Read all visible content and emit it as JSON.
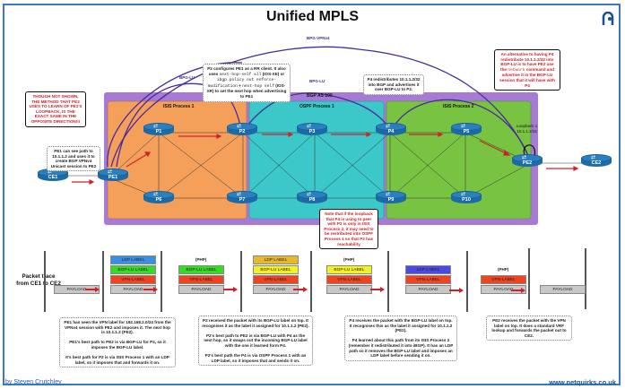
{
  "title": "Unified MPLS",
  "logo_icon": "netquirks-logo-icon",
  "sessions": {
    "vpnv4": "BPG-VPNv4",
    "lu_left": "BPG-LU",
    "lu_mid": "BPG-LU",
    "bgp_as": "BGP AS 100"
  },
  "zones": {
    "isis1": "ISIS Process 1",
    "ospf1": "OSPF Process 1",
    "isis2": "ISIS Process 2"
  },
  "routers": {
    "ce1": "CE1",
    "pe1": "PE1",
    "p1": "P1",
    "p2": "P2",
    "p3": "P3",
    "p4": "P4",
    "p5": "P5",
    "p6": "P6",
    "p7": "P7",
    "p8": "P8",
    "p9": "P9",
    "p10": "P10",
    "pe2": "PE2",
    "ce2": "CE2"
  },
  "loopback": {
    "line1": "Loopback 1",
    "line2": "10.1.1.2/32"
  },
  "notes": {
    "red_left": "THOUGH NOT SHOWN, THE METHOD THAT PE2 USES TO LEARN OF PE1'S LOOPBACK, IS THE EXACT SAME IN THE OPPOSITE DIRECTION!!!",
    "pe1_path": "PE1 can see path to 10.1.1.2 and uses it to create BGP VPNv4 Unicast session to PE2",
    "p2_rr_a": "P2 configures PE1 as a RR client. It also uses",
    "p2_rr_code1": "next-hop-self all",
    "p2_rr_b": "(IOS-XE) or",
    "p2_rr_code2": "ibgp policy out enforce-modification",
    "p2_rr_c": "+",
    "p2_rr_code3": "next-hop self",
    "p2_rr_d": "(IOS-XR) to set the next hop when advertising to PE1",
    "p4_redis": "P4 redistributes 10.1.1.2/32 into BGP and advertises it over BGP-LU to P2.",
    "red_right_a": "An alternative to having P4 redistribute 10.1.1.2/32 into BGP-LU is to have PE2 use the",
    "red_right_code": "network",
    "red_right_b": "command and advertise it in the BGP-LU session that it will have with P4",
    "red_mid": "Note that if the loopback that P4 is using to peer with P2 is only in ISIS Process 2, it may need to be restributed into OSPF Process 1 so that P2 has reachability"
  },
  "trace": {
    "title": "Packet trace from CE1 to CE2",
    "php": "(PHP)",
    "stacks": [
      {
        "labels": [
          {
            "text": "PAYLOAD",
            "color": "#c8c8c8"
          }
        ]
      },
      {
        "labels": [
          {
            "text": "LDP LABEL",
            "color": "#3c8fe0"
          },
          {
            "text": "BGP-LU LABEL",
            "color": "#33dd22"
          },
          {
            "text": "VPN-LABEL",
            "color": "#ee4422"
          },
          {
            "text": "PAYLOAD",
            "color": "#c8c8c8"
          }
        ]
      },
      {
        "labels": [
          {
            "text": "BGP-LU LABEL",
            "color": "#33dd22"
          },
          {
            "text": "VPN-LABEL",
            "color": "#ee4422"
          },
          {
            "text": "PAYLOAD",
            "color": "#c8c8c8"
          }
        ]
      },
      {
        "labels": [
          {
            "text": "LDP LABEL",
            "color": "#e6b830"
          },
          {
            "text": "BGP-LU LABEL",
            "color": "#f5f020"
          },
          {
            "text": "VPN-LABEL",
            "color": "#ee4422"
          },
          {
            "text": "PAYLOAD",
            "color": "#c8c8c8"
          }
        ]
      },
      {
        "labels": [
          {
            "text": "BGP-LU LABEL",
            "color": "#f5f020"
          },
          {
            "text": "VPN-LABEL",
            "color": "#ee4422"
          },
          {
            "text": "PAYLOAD",
            "color": "#c8c8c8"
          }
        ]
      },
      {
        "labels": [
          {
            "text": "LDP LABEL",
            "color": "#4a4ae6"
          },
          {
            "text": "VPN-LABEL",
            "color": "#ee4422"
          },
          {
            "text": "PAYLOAD",
            "color": "#c8c8c8"
          }
        ]
      },
      {
        "labels": [
          {
            "text": "VPN-LABEL",
            "color": "#ee4422"
          },
          {
            "text": "PAYLOAD",
            "color": "#c8c8c8"
          }
        ]
      },
      {
        "labels": [
          {
            "text": "PAYLOAD",
            "color": "#c8c8c8"
          }
        ]
      }
    ],
    "explanations": {
      "pe1": [
        "PE1 has seen the VPN label for 192.168.2.0/24 from the VPNv4 session with PE2 and imposes it. The next hop is 10.1.1.2 (PE2).",
        "PE1's best path to PE2 is via BGP-LU for P2, so it imposes the BGP-LU label.",
        "It's best path for P2 is via ISIS Process 1 with an LDP label, so it imposes that and forwards it on."
      ],
      "p2": [
        "P2 received the packet with its BGP-LU label on top. It recognises it as the label it assigned for 10.1.1.2 (PE2).",
        "P2's best path to PE2 is via BGP-LU with P4 as the next hop, so it swaps out the incoming BGP-LU label with the one it learned form P4.",
        "P2's best path the P4 is via OSPF Process 1 with an LDP label, so it imposes that and sends it on."
      ],
      "p4": [
        "P4 receives the packet with the BGP-LU label on top. It recognises this as the label it assigned for 10.1.1.2 (PE2).",
        "P4 learned about this path from its ISIS Process 2 (remember it redistributed it into iBGP). It has an LDP path so it removes the BGP-LU label and imposes an LDP label before sending it on."
      ],
      "pe2": [
        "PE2 receives the packet with the VPN label on top. It does a standard VRF lookup and forwards the packet out to CE2."
      ]
    }
  },
  "footer": {
    "author": "by Steven Crutchley",
    "site": "www.netquirks.co.uk"
  },
  "colors": {
    "isis1": "#f5a05a",
    "ospf1": "#3cc8c8",
    "isis2": "#78c442",
    "bgp": "#a77ad6",
    "session": "#4a2a9a",
    "arrow": "#d0202a",
    "frame": "#3a78c2"
  }
}
